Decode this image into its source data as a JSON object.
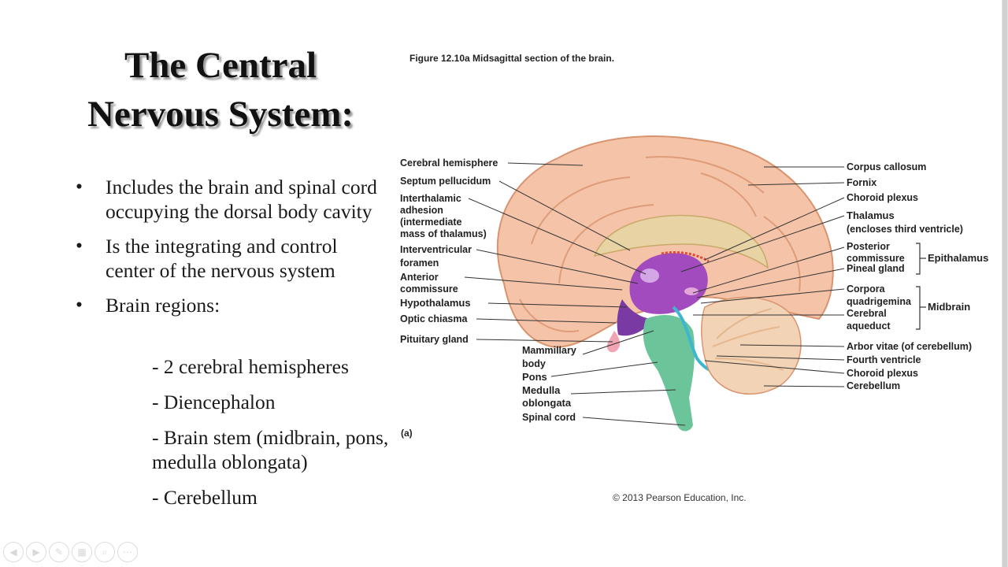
{
  "slide": {
    "title_line1": "The Central",
    "title_line2": "Nervous System:",
    "bullets": [
      {
        "marker": "•",
        "text": "Includes the brain and spinal cord occupying the dorsal body cavity"
      },
      {
        "marker": "•",
        "text": "Is the integrating and control center of the nervous system"
      },
      {
        "marker": "•",
        "text": "Brain regions:"
      }
    ],
    "sub_items": [
      "- 2 cerebral hemispheres",
      "- Diencephalon",
      "- Brain stem (midbrain, pons, medulla oblongata)",
      "- Cerebellum"
    ]
  },
  "figure": {
    "caption": "Figure 12.10a  Midsagittal section of the brain.",
    "panel_label": "(a)",
    "copyright": "© 2013 Pearson Education, Inc.",
    "left_labels": {
      "cerebral_hemisphere": "Cerebral hemisphere",
      "septum_pellucidum": "Septum pellucidum",
      "interthalamic_1": "Interthalamic",
      "interthalamic_2": "adhesion",
      "interthalamic_3": "(intermediate",
      "interthalamic_4": "mass of thalamus)",
      "interventricular_1": "Interventricular",
      "interventricular_2": "foramen",
      "anterior_1": "Anterior",
      "anterior_2": "commissure",
      "hypothalamus": "Hypothalamus",
      "optic_chiasma": "Optic chiasma",
      "pituitary_gland": "Pituitary gland",
      "mammillary_1": "Mammillary",
      "mammillary_2": "body",
      "pons": "Pons",
      "medulla_1": "Medulla",
      "medulla_2": "oblongata",
      "spinal_cord": "Spinal cord"
    },
    "right_labels": {
      "corpus_callosum": "Corpus callosum",
      "fornix": "Fornix",
      "choroid_plexus_top": "Choroid plexus",
      "thalamus": "Thalamus",
      "thalamus_note": "(encloses third ventricle)",
      "posterior_1": "Posterior",
      "posterior_2": "commissure",
      "pineal_gland": "Pineal gland",
      "epithalamus": "Epithalamus",
      "corpora_1": "Corpora",
      "corpora_2": "quadrigemina",
      "cerebral_aq_1": "Cerebral",
      "cerebral_aq_2": "aqueduct",
      "midbrain": "Midbrain",
      "arbor_vitae": "Arbor vitae (of cerebellum)",
      "fourth_ventricle": "Fourth ventricle",
      "choroid_plexus_bottom": "Choroid plexus",
      "cerebellum": "Cerebellum"
    },
    "colors": {
      "cortex": "#f4c3a8",
      "cortex_dark": "#d9946f",
      "thalamus": "#a24bbf",
      "brainstem": "#6cc59a",
      "cerebellum": "#f2d3b5",
      "ventricle": "#3db7cf",
      "corpus_callosum": "#e7d3a4"
    }
  },
  "player_controls": [
    {
      "name": "previous-icon",
      "glyph": "◀"
    },
    {
      "name": "next-icon",
      "glyph": "▶"
    },
    {
      "name": "pen-icon",
      "glyph": "✎"
    },
    {
      "name": "slides-icon",
      "glyph": "▦"
    },
    {
      "name": "zoom-icon",
      "glyph": "⌕"
    },
    {
      "name": "more-icon",
      "glyph": "⋯"
    }
  ]
}
